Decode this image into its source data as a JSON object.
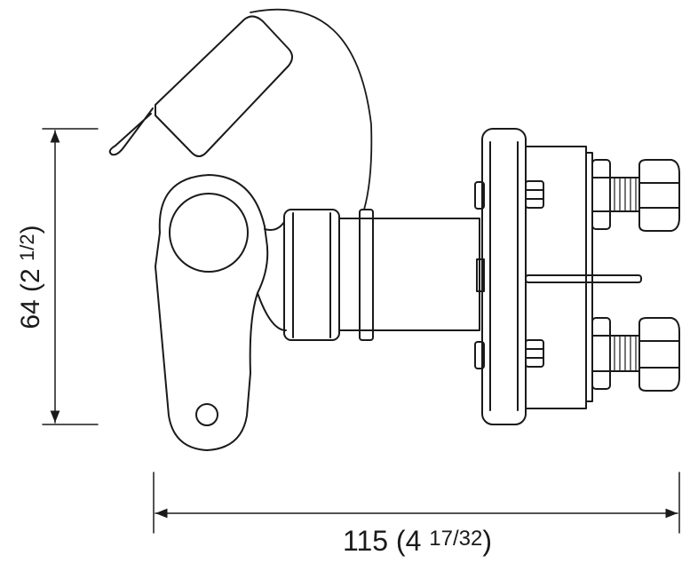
{
  "dimensions": {
    "height": {
      "main": "64 (2 ",
      "fraction": "1/2",
      "close": ")"
    },
    "width": {
      "main": "115 (4 ",
      "fraction": "17/32",
      "close": ")"
    }
  },
  "colors": {
    "line": "#1a1a1a",
    "background": "#ffffff"
  }
}
